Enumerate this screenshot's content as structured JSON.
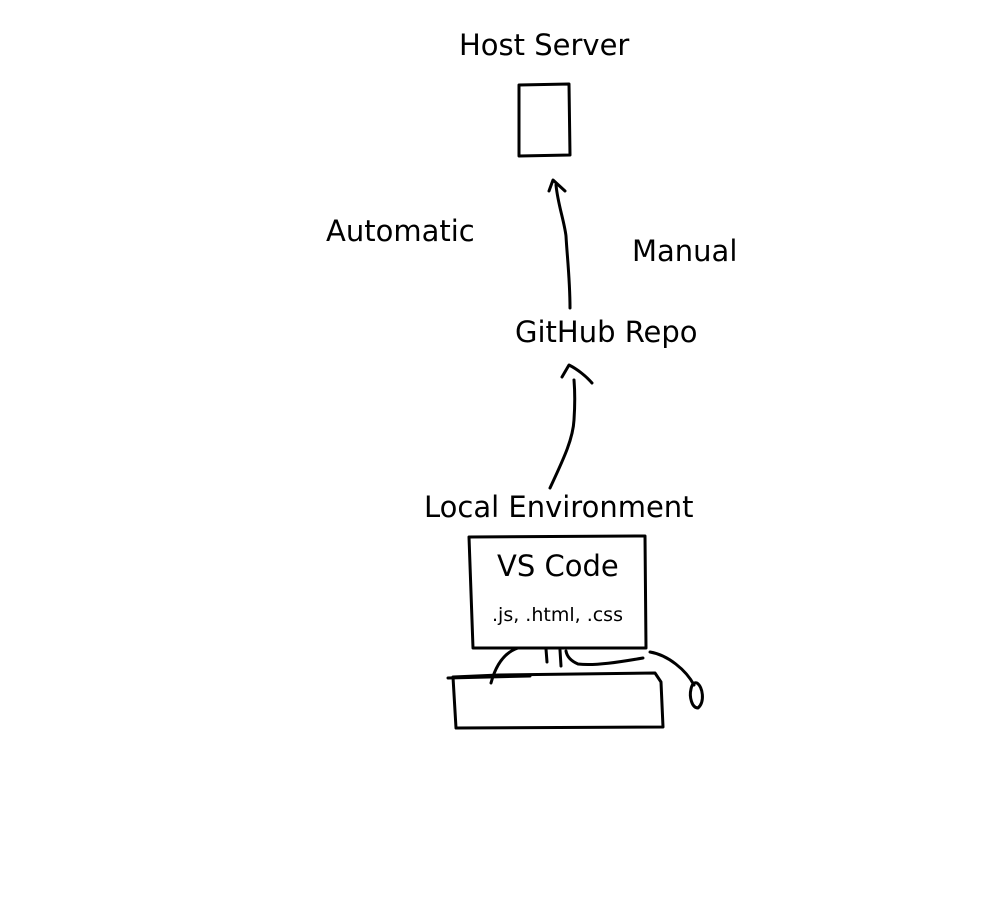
{
  "nodes": {
    "host_server": "Host Server",
    "github_repo": "GitHub Repo",
    "local_environment": "Local Environment",
    "editor": "VS Code",
    "file_types": ".js, .html, .css"
  },
  "edge_labels": {
    "automatic": "Automatic",
    "manual": "Manual"
  }
}
